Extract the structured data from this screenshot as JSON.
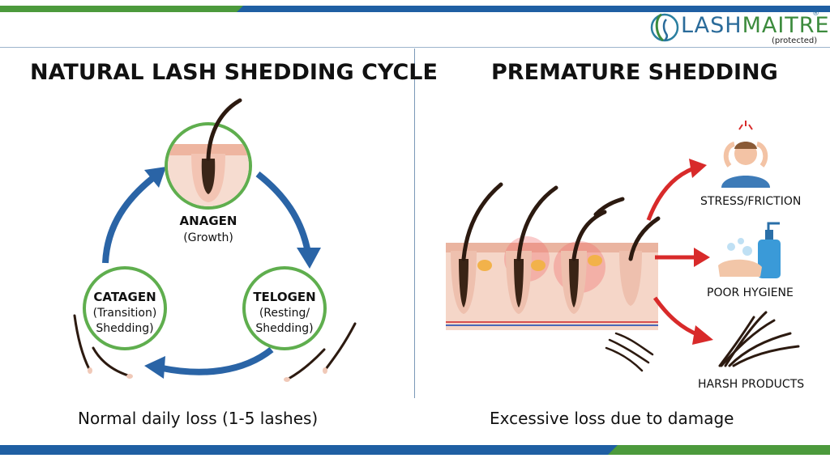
{
  "brand": {
    "name_part1": "LASH",
    "name_part2": "MAITRE",
    "registered": "®",
    "tagline": "(protected)"
  },
  "left_panel": {
    "title": "NATURAL LASH SHEDDING CYCLE",
    "caption": "Normal daily loss (1-5 lashes)",
    "stages": [
      {
        "name": "ANAGEN",
        "subtitle_lines": [
          "(Growth)"
        ]
      },
      {
        "name": "TELOGEN",
        "subtitle_lines": [
          "(Resting/",
          "Shedding)"
        ]
      },
      {
        "name": "CATAGEN",
        "subtitle_lines": [
          "(Transition)",
          "Shedding)"
        ]
      }
    ]
  },
  "right_panel": {
    "title": "PREMATURE SHEDDING",
    "caption": "Excessive loss due to damage",
    "causes": [
      {
        "label": "STRESS/FRICTION",
        "icon": "stressed-person-icon"
      },
      {
        "label": "POOR HYGIENE",
        "icon": "soap-handwash-icon"
      },
      {
        "label": "HARSH PRODUCTS",
        "icon": "clumped-lashes-icon"
      }
    ]
  },
  "colors": {
    "brand_blue": "#1f5fa3",
    "brand_green": "#4c9a3c",
    "circle_green": "#5fae4e",
    "arrow_blue": "#2a64a6",
    "arrow_red": "#d82a2a",
    "skin": "#f4d3c4"
  }
}
